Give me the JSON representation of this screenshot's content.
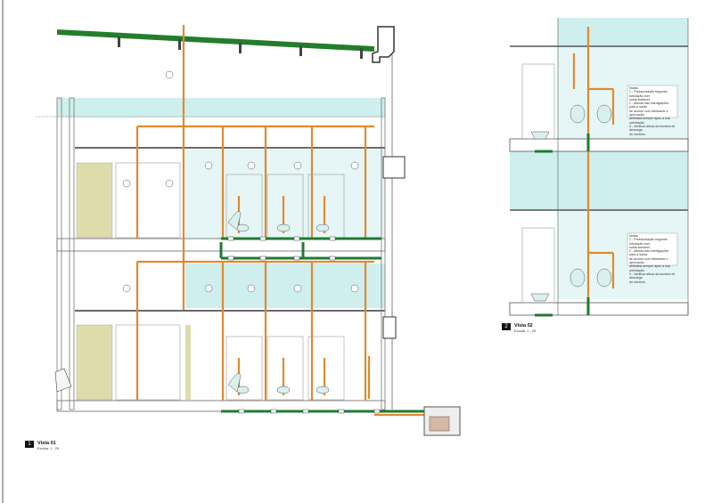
{
  "views": [
    {
      "number": "1",
      "title": "Vista 01",
      "scale": "Escala: 1 : 25"
    },
    {
      "number": "2",
      "title": "Vista 02",
      "scale": "Escala: 1 : 25"
    }
  ],
  "notes": [
    {
      "heading": "Notas:",
      "lines": [
        "1 - Pressurização segundo tubulação com",
        "solda soldável.",
        "2 - Alturas das interligações para a saída",
        "de acordo com fabricante e aprovação",
        "definitiva sempre após a sua orientação.",
        "3 - Verificar altura da torneira de descarga",
        "do mictório."
      ]
    },
    {
      "heading": "Notas:",
      "lines": [
        "1 - Pressurização segundo tubulação com",
        "solda soldável.",
        "2 - Alturas das interligações para a saída",
        "de acordo com fabricante e aprovação",
        "definitiva sempre após a sua orientação.",
        "3 - Verificar altura da torneira de descarga",
        "do mictório."
      ]
    }
  ],
  "colors": {
    "water_pipe": "#e08a2e",
    "drain_pipe": "#1f7a33",
    "roof": "#237d2b",
    "glass": "#cfeeee",
    "structure": "#555555",
    "partition": "#dedcaa"
  }
}
